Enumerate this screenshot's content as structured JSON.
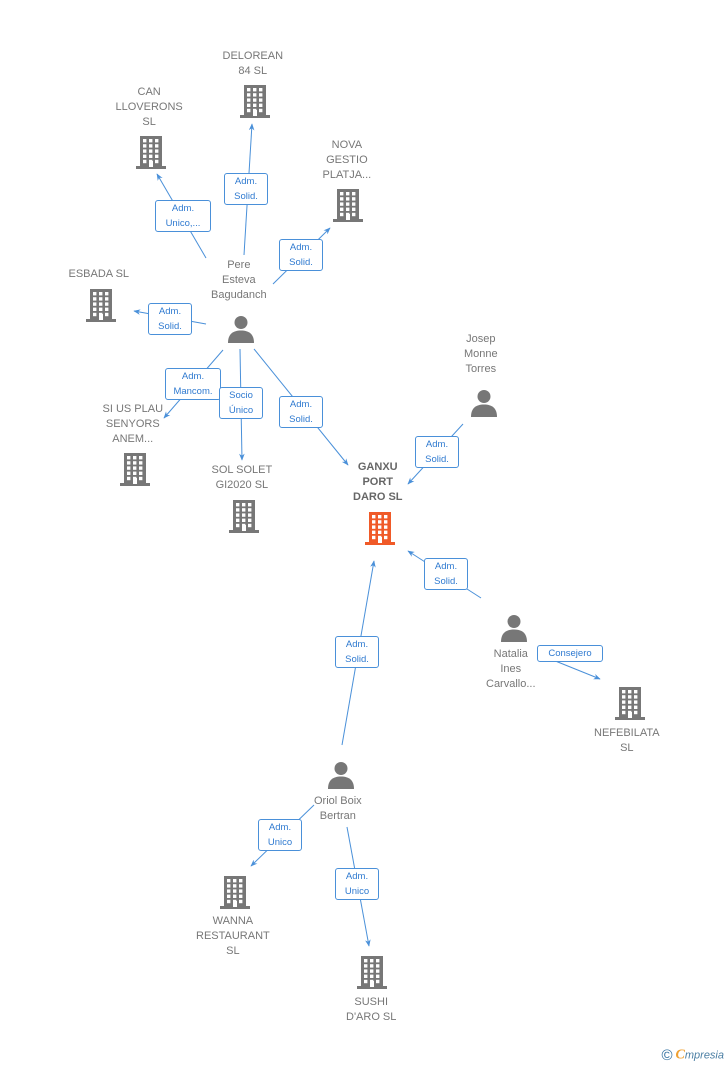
{
  "colors": {
    "edge": "#4a90d9",
    "company": "#777777",
    "focus": "#f05a28",
    "person": "#777777"
  },
  "companies": [
    {
      "id": "delorean",
      "lines": [
        "DELOREAN",
        "84 SL"
      ]
    },
    {
      "id": "can-lloverons",
      "lines": [
        "CAN",
        "LLOVERONS",
        "SL"
      ]
    },
    {
      "id": "nova-gestio",
      "lines": [
        "NOVA",
        "GESTIO",
        "PLATJA..."
      ]
    },
    {
      "id": "esbada",
      "lines": [
        "ESBADA  SL"
      ]
    },
    {
      "id": "si-us-plau",
      "lines": [
        "SI US PLAU",
        "SENYORS",
        "ANEM..."
      ]
    },
    {
      "id": "sol-solet",
      "lines": [
        "SOL SOLET",
        "GI2020  SL"
      ]
    },
    {
      "id": "ganxu",
      "lines": [
        "GANXU",
        "PORT",
        "DARO  SL"
      ],
      "focus": true
    },
    {
      "id": "nefebilata",
      "lines": [
        "NEFEBILATA",
        "SL"
      ]
    },
    {
      "id": "wanna",
      "lines": [
        "WANNA",
        "RESTAURANT",
        "SL"
      ]
    },
    {
      "id": "sushi",
      "lines": [
        "SUSHI",
        "D'ARO  SL"
      ]
    }
  ],
  "persons": [
    {
      "id": "pere",
      "lines": [
        "Pere",
        "Esteva",
        "Bagudanch"
      ]
    },
    {
      "id": "josep",
      "lines": [
        "Josep",
        "Monne",
        "Torres"
      ]
    },
    {
      "id": "natalia",
      "lines": [
        "Natalia",
        "Ines",
        "Carvallo..."
      ]
    },
    {
      "id": "oriol",
      "lines": [
        "Oriol Boix",
        "Bertran"
      ]
    }
  ],
  "relations": [
    {
      "id": "pere-delorean",
      "lines": [
        "Adm.",
        "Solid."
      ]
    },
    {
      "id": "pere-can",
      "lines": [
        "Adm.",
        "Unico,..."
      ]
    },
    {
      "id": "pere-nova",
      "lines": [
        "Adm.",
        "Solid."
      ]
    },
    {
      "id": "pere-esbada",
      "lines": [
        "Adm.",
        "Solid."
      ]
    },
    {
      "id": "pere-siusplau",
      "lines": [
        "Adm.",
        "Mancom."
      ]
    },
    {
      "id": "pere-solsolet",
      "lines": [
        "Socio",
        "Único"
      ]
    },
    {
      "id": "pere-ganxu",
      "lines": [
        "Adm.",
        "Solid."
      ]
    },
    {
      "id": "josep-ganxu",
      "lines": [
        "Adm.",
        "Solid."
      ]
    },
    {
      "id": "natalia-ganxu",
      "lines": [
        "Adm.",
        "Solid."
      ]
    },
    {
      "id": "natalia-nefebilata",
      "lines": [
        "Consejero"
      ]
    },
    {
      "id": "oriol-ganxu",
      "lines": [
        "Adm.",
        "Solid."
      ]
    },
    {
      "id": "oriol-wanna",
      "lines": [
        "Adm.",
        "Unico"
      ]
    },
    {
      "id": "oriol-sushi",
      "lines": [
        "Adm.",
        "Unico"
      ]
    }
  ],
  "footer": {
    "copyright": "©",
    "brand_initial": "C",
    "brand_rest": "mpresia"
  }
}
